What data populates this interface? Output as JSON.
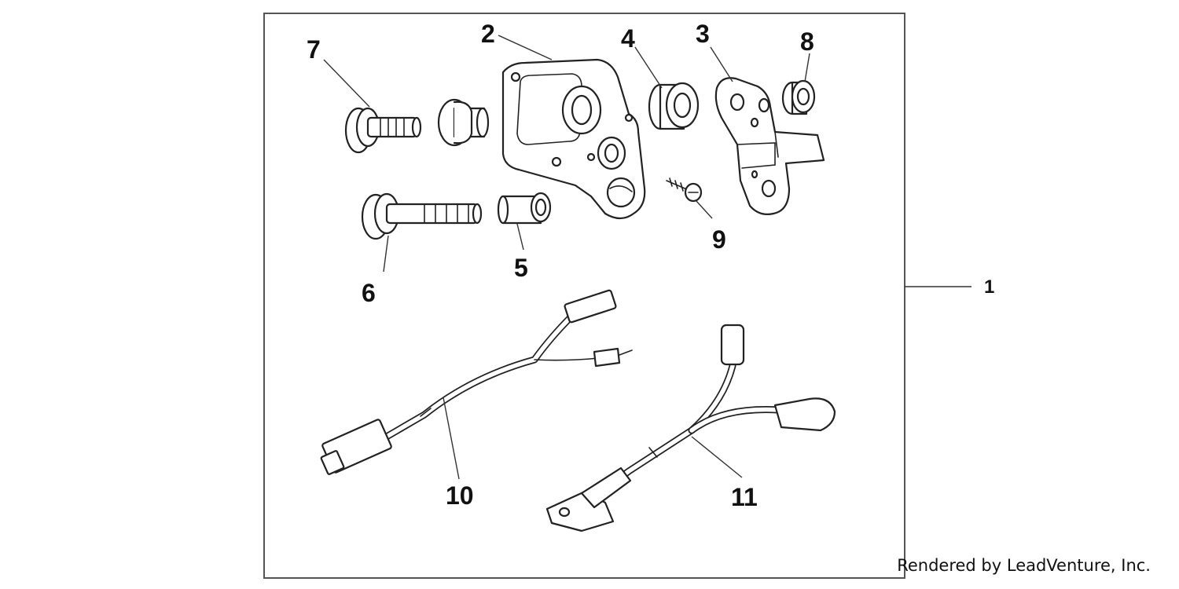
{
  "diagram": {
    "callouts": [
      {
        "id": "1",
        "label": "1"
      },
      {
        "id": "2",
        "label": "2"
      },
      {
        "id": "3",
        "label": "3"
      },
      {
        "id": "4",
        "label": "4"
      },
      {
        "id": "5",
        "label": "5"
      },
      {
        "id": "6",
        "label": "6"
      },
      {
        "id": "7",
        "label": "7"
      },
      {
        "id": "8",
        "label": "8"
      },
      {
        "id": "9",
        "label": "9"
      },
      {
        "id": "10",
        "label": "10"
      },
      {
        "id": "11",
        "label": "11"
      }
    ]
  },
  "footer": {
    "credit": "Rendered by LeadVenture, Inc."
  }
}
